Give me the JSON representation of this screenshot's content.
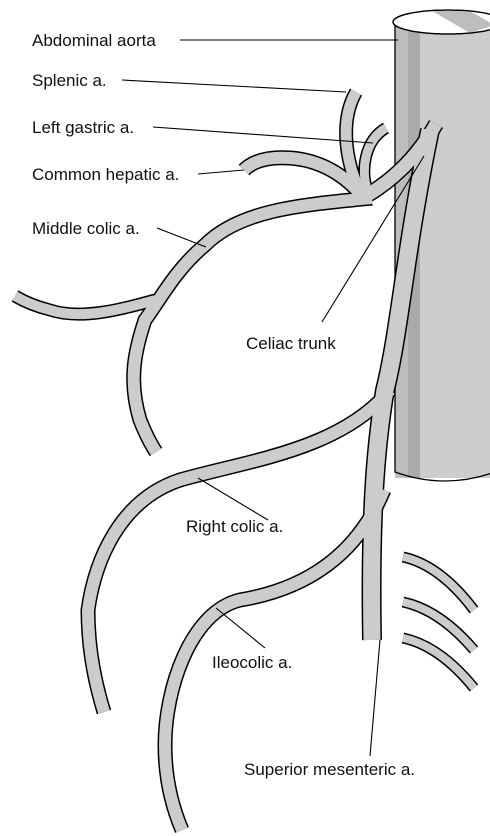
{
  "labels": {
    "abdominal_aorta": "Abdominal aorta",
    "splenic": "Splenic a.",
    "left_gastric": "Left gastric a.",
    "common_hepatic": "Common hepatic a.",
    "middle_colic": "Middle colic a.",
    "celiac_trunk": "Celiac trunk",
    "right_colic": "Right colic a.",
    "ileocolic": "Ileocolic a.",
    "superior_mesenteric": "Superior mesenteric a."
  },
  "colors": {
    "vessel_fill": "#cccccc",
    "vessel_outline": "#000000",
    "aorta_light": "#d4d4d4",
    "aorta_mid": "#bdbdbd",
    "aorta_dark": "#a9a9a9",
    "background": "#ffffff"
  }
}
